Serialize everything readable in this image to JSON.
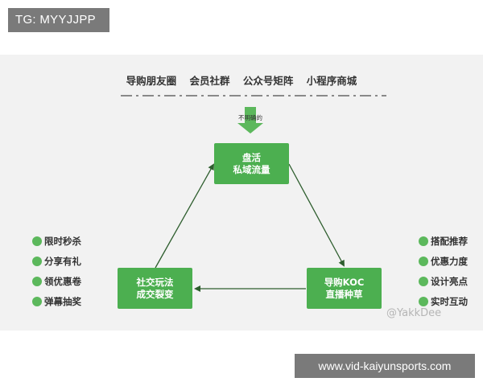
{
  "overlay_tag": "TG: MYYJJPP",
  "overlay_url": "www.vid-kaiyunsports.com",
  "watermark": "@YakkDee",
  "channels": [
    "导购朋友圈",
    "会员社群",
    "公众号矩阵",
    "小程序商城"
  ],
  "hint_label": "不明确的",
  "nodes": {
    "top": {
      "line1": "盘活",
      "line2": "私域流量"
    },
    "left": {
      "line1": "社交玩法",
      "line2": "成交裂变"
    },
    "right": {
      "line1": "导购KOC",
      "line2": "直播种草"
    }
  },
  "left_features": [
    "限时秒杀",
    "分享有礼",
    "领优惠卷",
    "弹幕抽奖"
  ],
  "right_features": [
    "搭配推荐",
    "优惠力度",
    "设计亮点",
    "实时互动"
  ],
  "colors": {
    "node_green": "#4caf50",
    "dot_green": "#5cb85c",
    "panel_bg": "#f2f2f2",
    "arrow": "#2e5e2e"
  }
}
